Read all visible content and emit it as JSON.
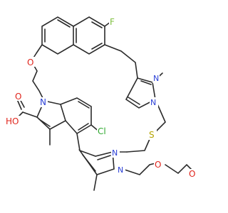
{
  "colors": {
    "bond": "#2b2b2b",
    "F": "#7fbf3f",
    "O": "#e0241b",
    "N": "#2a3fd6",
    "S": "#b5a300",
    "Cl": "#2ea82e",
    "H": "#2b2b2b"
  },
  "atoms": {
    "fluorine": "F",
    "ether_oxygen": "O",
    "pyrazole_top_n1": "N",
    "pyrazole_top_n2": "N",
    "indole_n": "N",
    "chlorine": "Cl",
    "thioether_s": "S",
    "acid_o_double": "O",
    "acid_oh": "HO",
    "pyrazole_bottom_n1": "N",
    "pyrazole_bottom_n2": "N",
    "peg_o1": "O",
    "peg_o2": "O"
  }
}
